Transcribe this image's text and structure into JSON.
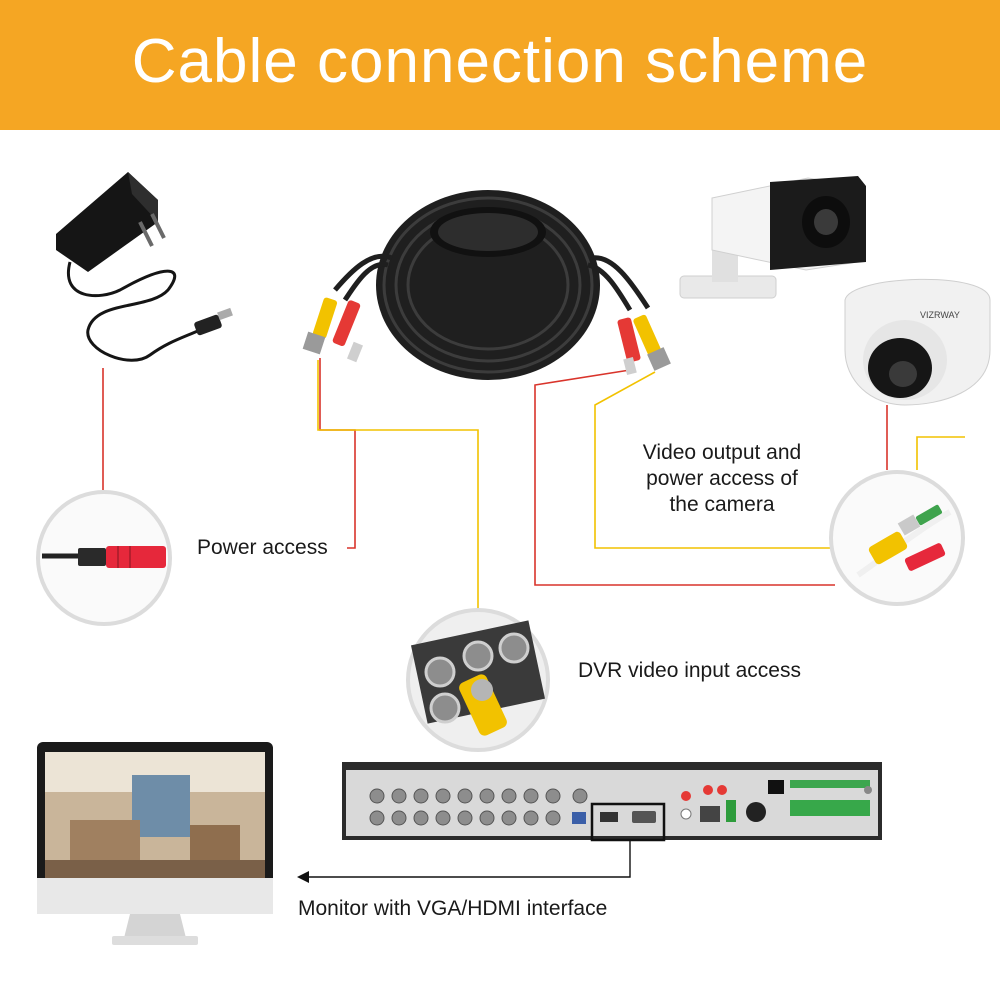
{
  "title": "Cable connection scheme",
  "labels": {
    "power_access": "Power access",
    "camera_output": [
      "Video output and",
      "power access of",
      "the camera"
    ],
    "dvr_input": "DVR video input access",
    "monitor": "Monitor with VGA/HDMI interface"
  },
  "camera_brand": "VIZRWAY",
  "colors": {
    "header": "#f5a623",
    "power_line": "#d9342b",
    "video_line": "#f2c200",
    "cable": "#1c1c1c",
    "dvr_body": "#2b2b2b"
  },
  "icons": [
    "power-adapter-icon",
    "siamese-cable-icon",
    "bullet-camera-icon",
    "dome-camera-icon",
    "monitor-icon",
    "dvr-recorder-icon"
  ]
}
